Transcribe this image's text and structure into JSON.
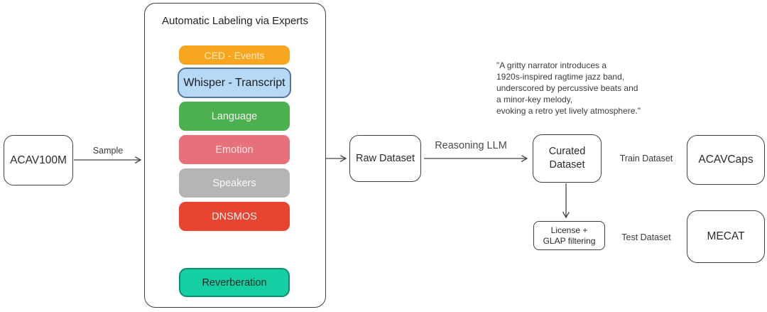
{
  "nodes": {
    "acav": {
      "label": "ACAV100M"
    },
    "raw": {
      "label": "Raw Dataset"
    },
    "curated": {
      "label": "Curated Dataset"
    },
    "acavcaps": {
      "label": "ACAVCaps"
    },
    "license": {
      "label": "License + GLAP filtering"
    },
    "mecat": {
      "label": "MECAT"
    }
  },
  "experts": {
    "title": "Automatic Labeling via Experts",
    "items": [
      {
        "label": "CED - Events",
        "bg": "#F8A51F",
        "text": "rgba(255,255,255,0.78)"
      },
      {
        "label": "Whisper - Transcript",
        "bg": "#B8D9F6",
        "text": "#1c1c1c",
        "border": "#53749C"
      },
      {
        "label": "Language",
        "bg": "#4CAF50",
        "text": "rgba(255,255,255,0.92)"
      },
      {
        "label": "Emotion",
        "bg": "#E8707A",
        "text": "rgba(255,255,255,0.82)"
      },
      {
        "label": "Speakers",
        "bg": "#B5B5B5",
        "text": "rgba(255,255,255,0.92)"
      },
      {
        "label": "DNSMOS",
        "bg": "#E84430",
        "text": "rgba(255,255,255,0.92)"
      },
      {
        "label": "Reverberation",
        "bg": "#15CFA2",
        "text": "#1d2b26",
        "border": "#0A8E6B"
      }
    ]
  },
  "edges": {
    "sample_label": "Sample",
    "reasoning_label": "Reasoning LLM",
    "train_label": "Train Dataset",
    "test_label": "Test Dataset"
  },
  "quote": {
    "lines": [
      "\"A gritty narrator introduces a",
      "1920s-inspired ragtime jazz band,",
      "underscored by percussive beats and",
      "a minor-key melody,",
      "evoking a retro yet lively atmosphere.\""
    ]
  },
  "colors": {
    "stroke": "#444444",
    "background": "#ffffff"
  }
}
